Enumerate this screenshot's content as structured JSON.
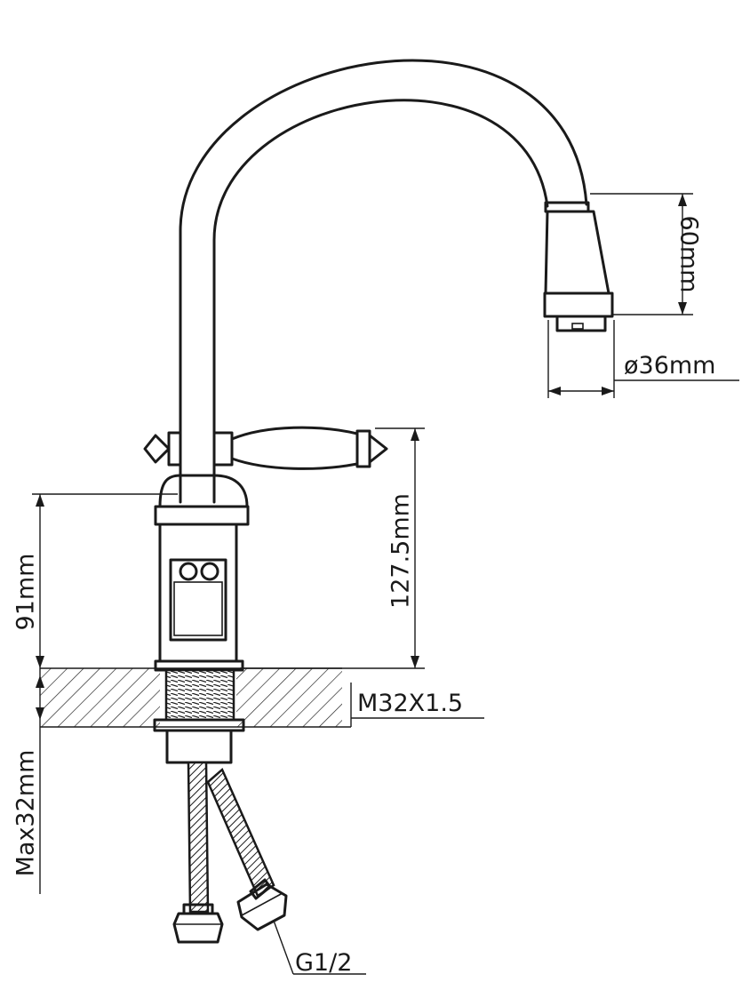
{
  "dimensions": {
    "spray_height": "60mm",
    "spray_diameter": "ø36mm",
    "handle_height": "127.5mm",
    "body_height": "91mm",
    "thread": "M32X1.5",
    "max_deck": "Max32mm",
    "connector": "G1/2"
  }
}
